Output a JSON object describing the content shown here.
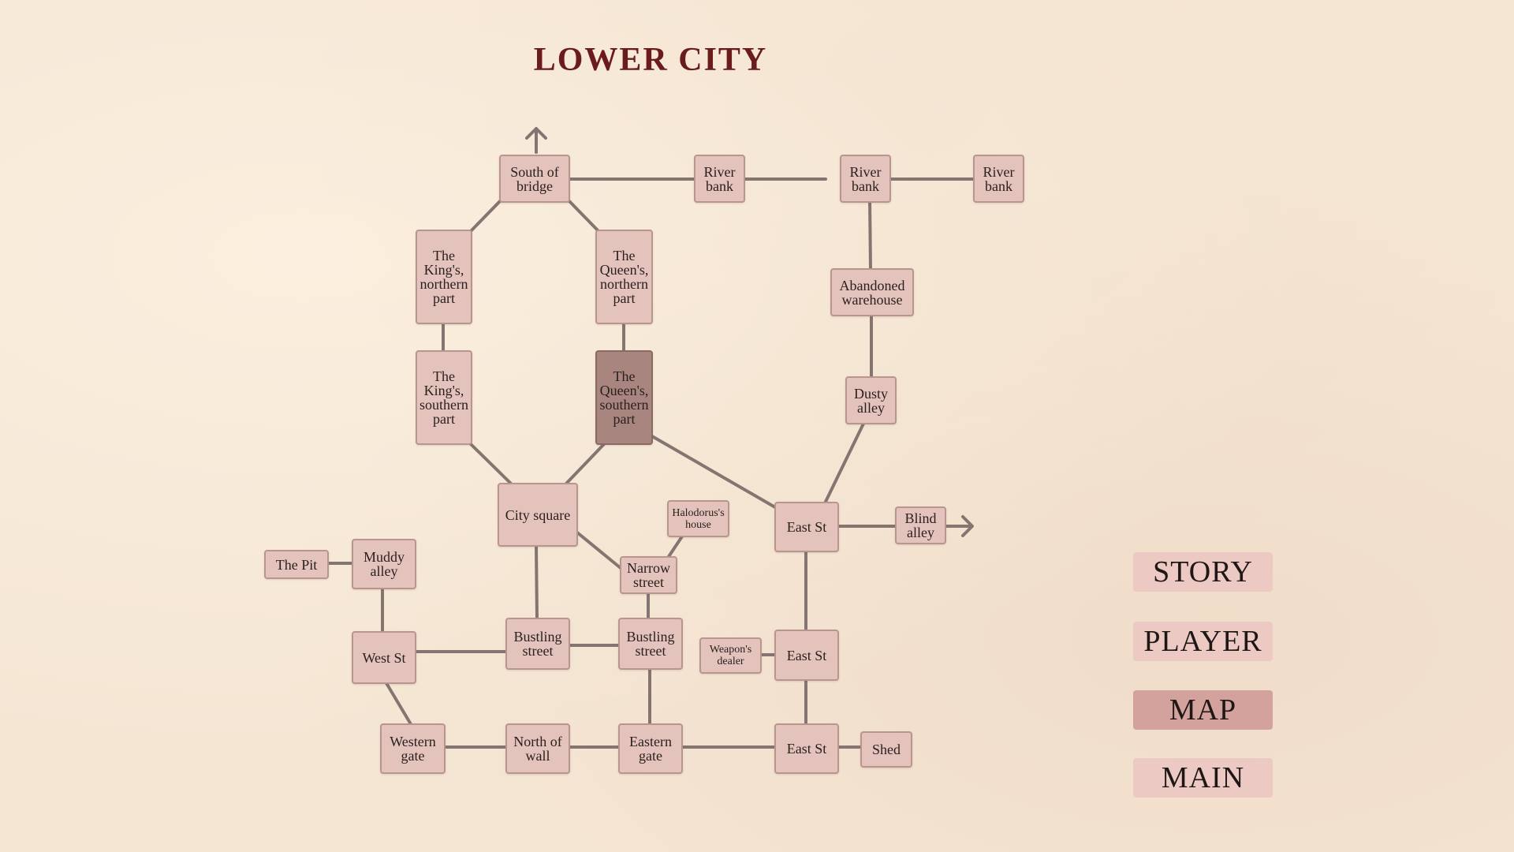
{
  "title": "LOWER CITY",
  "colors": {
    "background": "#f5e6d4",
    "node": "#e4c3bd",
    "node_current": "#a8857f",
    "line": "#857570",
    "title": "#6a1c1c",
    "menu_button": "#ecc9c2",
    "menu_button_active": "#d4a29c"
  },
  "current_location": "queens-southern",
  "locations": {
    "south_of_bridge": "South of bridge",
    "river_bank_1": "River bank",
    "river_bank_2": "River bank",
    "river_bank_3": "River bank",
    "kings_northern": "The King's, northern part",
    "queens_northern": "The Queen's, northern part",
    "abandoned_warehouse": "Abandoned warehouse",
    "kings_southern": "The King's, southern part",
    "queens_southern": "The Queen's, southern part",
    "dusty_alley": "Dusty alley",
    "city_square": "City square",
    "halodorus_house": "Halodorus's house",
    "east_st_1": "East St",
    "blind_alley": "Blind alley",
    "the_pit": "The Pit",
    "muddy_alley": "Muddy alley",
    "narrow_street": "Narrow street",
    "west_st": "West St",
    "bustling_street_1": "Bustling street",
    "bustling_street_2": "Bustling street",
    "weapons_dealer": "Weapon's dealer",
    "east_st_2": "East St",
    "western_gate": "Western gate",
    "north_of_wall": "North of wall",
    "eastern_gate": "Eastern gate",
    "east_st_3": "East St",
    "shed": "Shed"
  },
  "menu": {
    "story": "STORY",
    "player": "PLAYER",
    "map": "MAP",
    "main": "MAIN",
    "active": "map"
  }
}
